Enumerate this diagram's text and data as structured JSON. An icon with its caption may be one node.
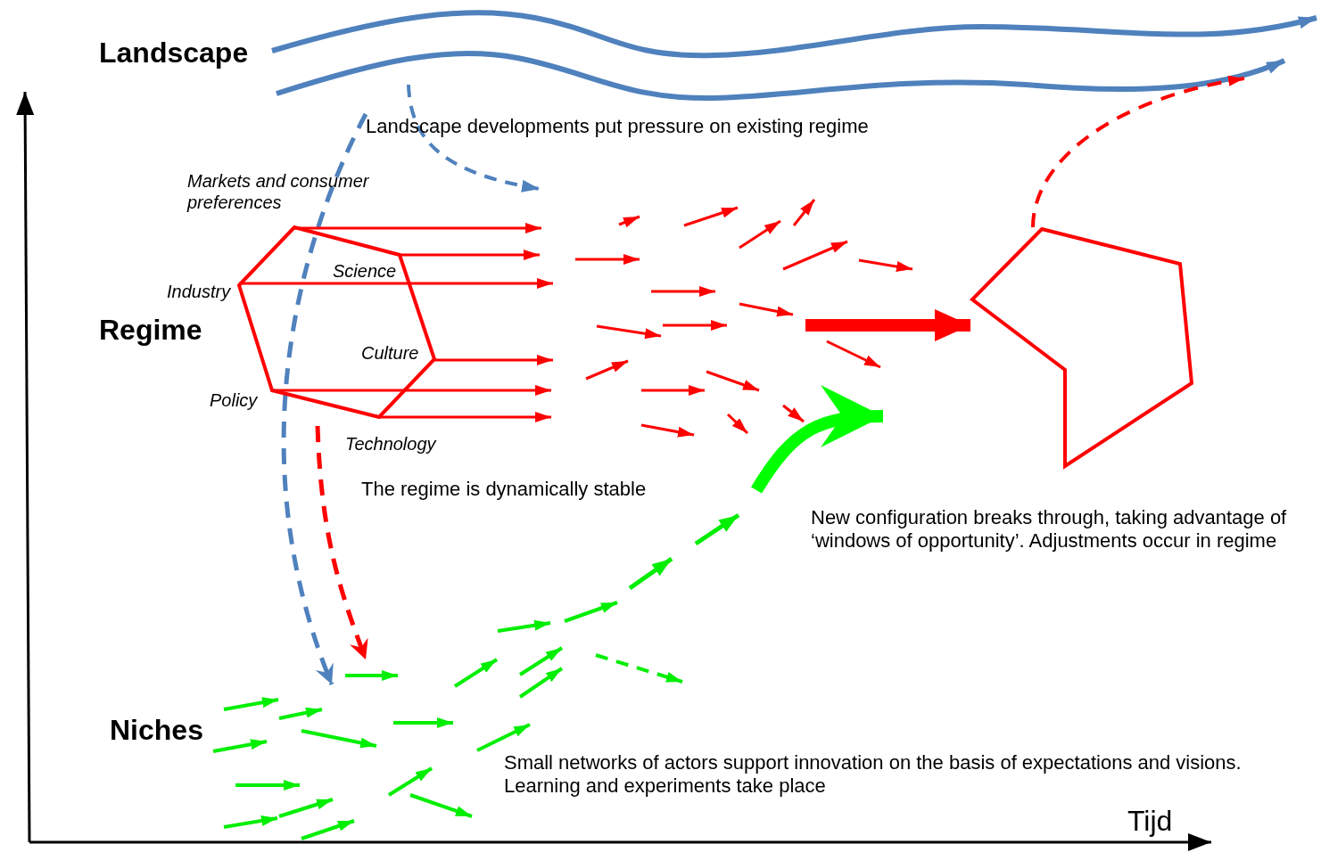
{
  "diagram": {
    "nodes": [
      {
        "text": [],
        "shape": "hexagon"
      },
      {
        "text": [],
        "shape": "polygon"
      }
    ],
    "edges": [
      {
        "from": 0,
        "to": null,
        "arrow": "to"
      },
      {
        "from": 0,
        "to": null,
        "arrow": "to"
      },
      {
        "from": 0,
        "to": null,
        "arrow": "to"
      },
      {
        "from": 0,
        "to": null,
        "arrow": "to"
      },
      {
        "from": 0,
        "to": null,
        "arrow": "to"
      },
      {
        "from": 0,
        "to": null,
        "arrow": "to"
      },
      {
        "from": null,
        "to": 1,
        "arrow": "to",
        "style": "thick"
      },
      {
        "from": 1,
        "to": null,
        "arrow": "to",
        "style": "dashed"
      }
    ],
    "labels": [
      "Landscape",
      "Landscape developments put pressure on existing regime",
      "Markets and consumer preferences",
      "Science",
      "Industry",
      "Regime",
      "Culture",
      "Policy",
      "Technology",
      "The regime is dynamically stable",
      "New configuration breaks through, taking advantage of ‘windows of opportunity’. Adjustments occur in regime",
      "Niches",
      "Small networks of actors support innovation on the basis of expectations and visions. Learning and experiments take place",
      "Tijd"
    ]
  }
}
